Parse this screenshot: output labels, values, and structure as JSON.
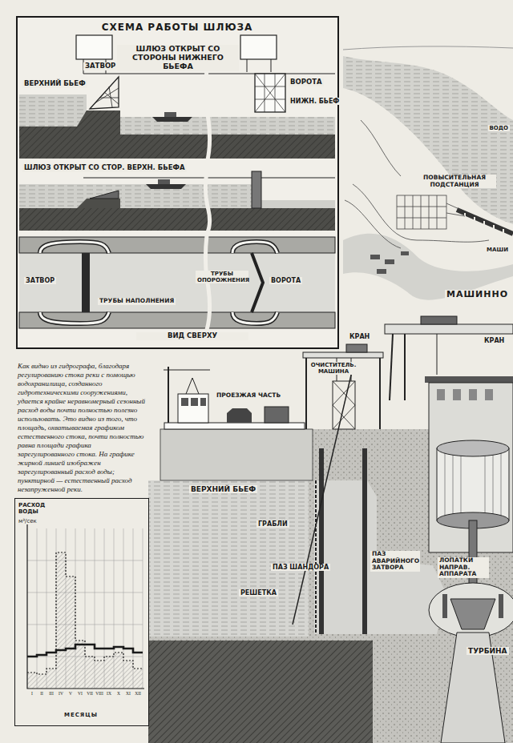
{
  "diagram": {
    "nodes": [
      {
        "text": [
          "СХЕМА РАБОТЫ ШЛЮЗА"
        ]
      },
      {
        "text": [
          "РАСХОД ВОДЫ",
          "м³/сек",
          "МЕСЯЦЫ"
        ]
      }
    ],
    "labels": [
      "ШЛЮЗ ОТКРЫТ СО СТОРОНЫ НИЖНЕГО БЬЕФА",
      "ВЕРХНИЙ БЬЕФ",
      "ЗАТВОР",
      "ВОРОТА",
      "НИЖН. БЬЕФ",
      "ШЛЮЗ ОТКРЫТ СО СТОР. ВЕРХН. БЬЕФА",
      "ЗАТВОР",
      "ТРУБЫ НАПОЛНЕНИЯ",
      "ВОРОТА",
      "ТРУБЫ ОПОРОЖНЕНИЯ",
      "ВИД СВЕРХУ",
      "ВОДО",
      "ПОВЫСИТЕЛЬНАЯ ПОДСТАНЦИЯ",
      "МАШИ",
      "МАШИННО",
      "Как видно из гидрографа, благодаря регулированию стока реки с помощью водохранилища, созданного гидротехническими сооружениями, удается крайне неравномерный сезонный расход воды почти полностью полезно использовать. Это видно из того, что площадь, охватываемая графиком естественного стока, почти полностью равна площади графика зарегулированного стока. На графике жирной линией изображен зарегулированный расход воды; пунктирной — естественный расход незапруженной реки.",
      "I",
      "II",
      "III",
      "IV",
      "V",
      "VI",
      "VII",
      "VIII",
      "IX",
      "X",
      "XI",
      "XII",
      "КРАН",
      "КРАН",
      "ПРОЕЗЖАЯ ЧАСТЬ",
      "ОЧИСТИТЕЛЬ. МАШИНА",
      "ВЕРХНИЙ БЬЕФ",
      "ГРАБЛИ",
      "РЕШЕТКА",
      "ПАЗ ШАНДОРА",
      "ПАЗ АВАРИЙНОГО ЗАТВОРА",
      "ЛОПАТКИ НАПРАВ. АППАРАТА",
      "ТУРБИНА"
    ]
  }
}
